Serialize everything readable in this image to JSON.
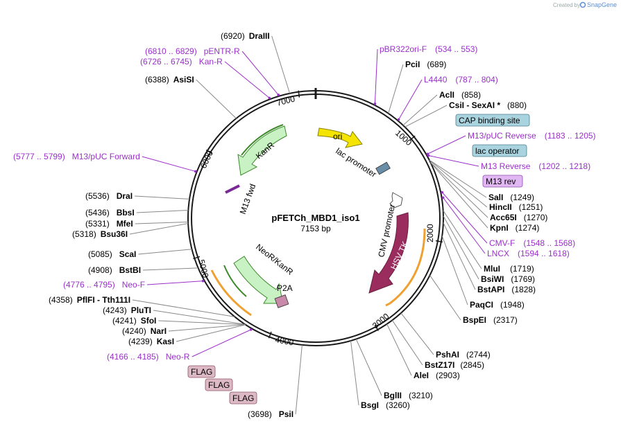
{
  "credit": {
    "created_by": "Created by",
    "brand": "SnapGene"
  },
  "plasmid": {
    "name": "pFETCh_MBD1_iso1",
    "size_label": "7153 bp",
    "total_bp": 7153
  },
  "ticks": [
    "1000",
    "2000",
    "3000",
    "4000",
    "5000",
    "6000",
    "7000"
  ],
  "enzymes": [
    {
      "name": "DraIII",
      "pos": "(6920)",
      "bp": 6920,
      "side": "left"
    },
    {
      "name": "AsiSI",
      "pos": "(6388)",
      "bp": 6388,
      "side": "left"
    },
    {
      "name": "PciI",
      "pos": "(689)",
      "bp": 689,
      "side": "right"
    },
    {
      "name": "AclI",
      "pos": "(858)",
      "bp": 858,
      "side": "right"
    },
    {
      "name": "CsiI - SexAI *",
      "pos": "(880)",
      "bp": 880,
      "side": "right"
    },
    {
      "name": "SalI",
      "pos": "(1249)",
      "bp": 1249,
      "side": "right"
    },
    {
      "name": "HincII",
      "pos": "(1251)",
      "bp": 1251,
      "side": "right"
    },
    {
      "name": "Acc65I",
      "pos": "(1270)",
      "bp": 1270,
      "side": "right"
    },
    {
      "name": "KpnI",
      "pos": "(1274)",
      "bp": 1274,
      "side": "right"
    },
    {
      "name": "MluI",
      "pos": "(1719)",
      "bp": 1719,
      "side": "right"
    },
    {
      "name": "BsiWI",
      "pos": "(1769)",
      "bp": 1769,
      "side": "right"
    },
    {
      "name": "BstAPI",
      "pos": "(1828)",
      "bp": 1828,
      "side": "right"
    },
    {
      "name": "PaqCI",
      "pos": "(1948)",
      "bp": 1948,
      "side": "right"
    },
    {
      "name": "BspEI",
      "pos": "(2317)",
      "bp": 2317,
      "side": "right"
    },
    {
      "name": "PshAI",
      "pos": "(2744)",
      "bp": 2744,
      "side": "right"
    },
    {
      "name": "BstZ17I",
      "pos": "(2845)",
      "bp": 2845,
      "side": "right"
    },
    {
      "name": "AleI",
      "pos": "(2903)",
      "bp": 2903,
      "side": "right"
    },
    {
      "name": "BglII",
      "pos": "(3210)",
      "bp": 3210,
      "side": "right"
    },
    {
      "name": "BsgI",
      "pos": "(3260)",
      "bp": 3260,
      "side": "right"
    },
    {
      "name": "PsiI",
      "pos": "(3698)",
      "bp": 3698,
      "side": "left"
    },
    {
      "name": "KasI",
      "pos": "(4239)",
      "bp": 4239,
      "side": "left"
    },
    {
      "name": "NarI",
      "pos": "(4240)",
      "bp": 4240,
      "side": "left"
    },
    {
      "name": "SfoI",
      "pos": "(4241)",
      "bp": 4241,
      "side": "left"
    },
    {
      "name": "PluTI",
      "pos": "(4243)",
      "bp": 4243,
      "side": "left"
    },
    {
      "name": "PflFI - Tth111I",
      "pos": "(4358)",
      "bp": 4358,
      "side": "left"
    },
    {
      "name": "BstBI",
      "pos": "(4908)",
      "bp": 4908,
      "side": "left"
    },
    {
      "name": "ScaI",
      "pos": "(5085)",
      "bp": 5085,
      "side": "left"
    },
    {
      "name": "Bsu36I",
      "pos": "(5318)",
      "bp": 5318,
      "side": "left"
    },
    {
      "name": "MfeI",
      "pos": "(5331)",
      "bp": 5331,
      "side": "left"
    },
    {
      "name": "BbsI",
      "pos": "(5436)",
      "bp": 5436,
      "side": "left"
    },
    {
      "name": "DraI",
      "pos": "(5536)",
      "bp": 5536,
      "side": "left"
    }
  ],
  "primers": [
    {
      "name": "pBR322ori-F",
      "pos": "(534 .. 553)",
      "bp": 543
    },
    {
      "name": "L4440",
      "pos": "(787 .. 804)",
      "bp": 795
    },
    {
      "name": "M13/pUC Reverse",
      "pos": "(1183 .. 1205)",
      "bp": 1194
    },
    {
      "name": "M13 Reverse",
      "pos": "(1202 .. 1218)",
      "bp": 1210
    },
    {
      "name": "CMV-F",
      "pos": "(1548 .. 1568)",
      "bp": 1558
    },
    {
      "name": "LNCX",
      "pos": "(1594 .. 1618)",
      "bp": 1606
    },
    {
      "name": "Neo-R",
      "pos": "(4166 .. 4185)",
      "bp": 4175
    },
    {
      "name": "Neo-F",
      "pos": "(4776 .. 4795)",
      "bp": 4785
    },
    {
      "name": "M13/pUC Forward",
      "pos": "(5777 .. 5799)",
      "bp": 5788
    },
    {
      "name": "Kan-R",
      "pos": "(6726 .. 6745)",
      "bp": 6735
    },
    {
      "name": "pENTR-R",
      "pos": "(6810 .. 6829)",
      "bp": 6819
    }
  ],
  "boxed_features": [
    {
      "name": "CAP binding site",
      "style": "blue"
    },
    {
      "name": "lac operator",
      "style": "blue"
    },
    {
      "name": "M13 rev",
      "style": "purple"
    },
    {
      "name": "FLAG",
      "style": "pink"
    },
    {
      "name": "FLAG",
      "style": "pink"
    },
    {
      "name": "FLAG",
      "style": "pink"
    }
  ],
  "features": {
    "ori": "ori",
    "lac_promoter": "lac promoter",
    "kanr": "KanR",
    "m13_fwd": "M13 fwd",
    "cmv_promoter": "CMV promoter",
    "hsv_tk": "HSV TK",
    "neor_kanr": "NeoR/KanR",
    "p2a": "P2A"
  },
  "colors": {
    "ori": "#f5e400",
    "kanr": "#c8f2c4",
    "kanr_edge": "#3d8a2a",
    "hsv_tk": "#9b2d5e",
    "orf_arrow": "#f0a030",
    "primer": "#9a2fc9",
    "cap_box": "#a9d3df",
    "m13rev_box": "#e0b7f2",
    "flag_box": "#dcb9c4",
    "backbone": "#1a1a1a"
  }
}
